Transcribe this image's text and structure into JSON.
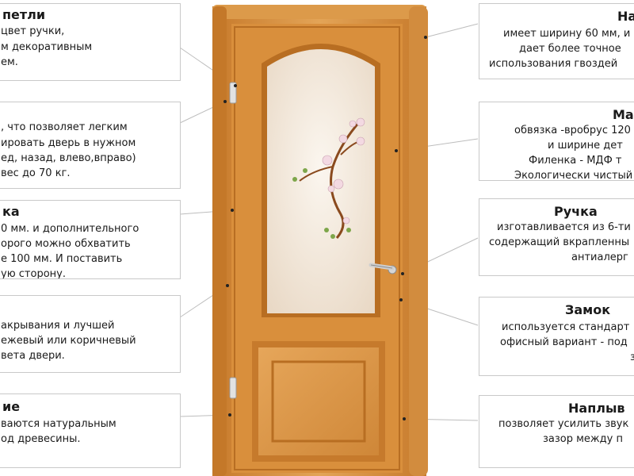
{
  "callouts": {
    "left": [
      {
        "title": "петли",
        "body": [
          "цвет ручки,",
          "м декоративным",
          "ем."
        ]
      },
      {
        "title": "",
        "body": [
          ", что позволяет легким",
          "ировать дверь в нужном",
          "ед, назад, влево,вправо)",
          "вес до 70 кг."
        ]
      },
      {
        "title": "ка",
        "body": [
          "0 мм. и дополнительного",
          "орого можно обхватить",
          "е 100 мм. И поставить",
          "ую сторону."
        ]
      },
      {
        "title": "",
        "body": [
          "акрывания и лучшей",
          "ежевый или коричневый",
          "вета двери."
        ]
      },
      {
        "title": "ие",
        "body": [
          "ваются натуральным",
          "од древесины."
        ]
      }
    ],
    "right": [
      {
        "title": "На",
        "body": [
          "имеет ширину 60 мм, и",
          "дает более точное",
          "использования гвоздей"
        ]
      },
      {
        "title": "Ма",
        "body": [
          "обвязка -вробрус 120",
          "и ширине дет",
          "Филенка - МДФ т",
          "Экологически чистый"
        ]
      },
      {
        "title": "Ручка",
        "body": [
          "изготавливается из 6-ти",
          "содержащий вкрапленны",
          "антиалерг"
        ]
      },
      {
        "title": "Замок",
        "body": [
          "используется стандарт",
          "офисный вариант - под",
          "з"
        ]
      },
      {
        "title": "Наплыв",
        "body": [
          "позволяет усилить звук",
          "зазор между п"
        ]
      }
    ]
  },
  "colors": {
    "door_face": "#d98f3c",
    "door_light": "#eab26a",
    "door_dark": "#b86e22",
    "glass": "#f3e9dc",
    "leader_line": "#bdbdbd"
  },
  "icons": {
    "handle": "door-handle-icon",
    "hinge": "hinge-icon",
    "flower": "flower-branch-icon"
  }
}
